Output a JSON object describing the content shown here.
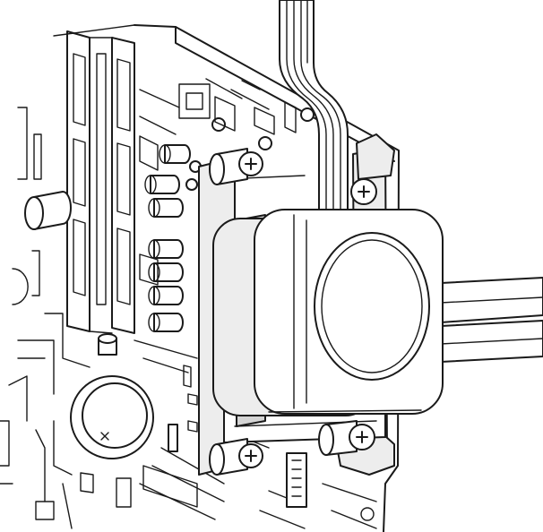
{
  "illustration": {
    "subject": "cpu-liquid-cooler-pump-block-mounted-on-motherboard",
    "style": "black-line-art",
    "colors": {
      "line": "#1a1a1a",
      "background": "#ffffff",
      "shade_light": "#ededed",
      "shade_mid": "#d4d4d4"
    },
    "visible_text": [],
    "icons": [
      "thumbscrew-icon",
      "coin-cell-battery",
      "pump-block",
      "ribbon-cable",
      "coolant-tubes"
    ]
  }
}
